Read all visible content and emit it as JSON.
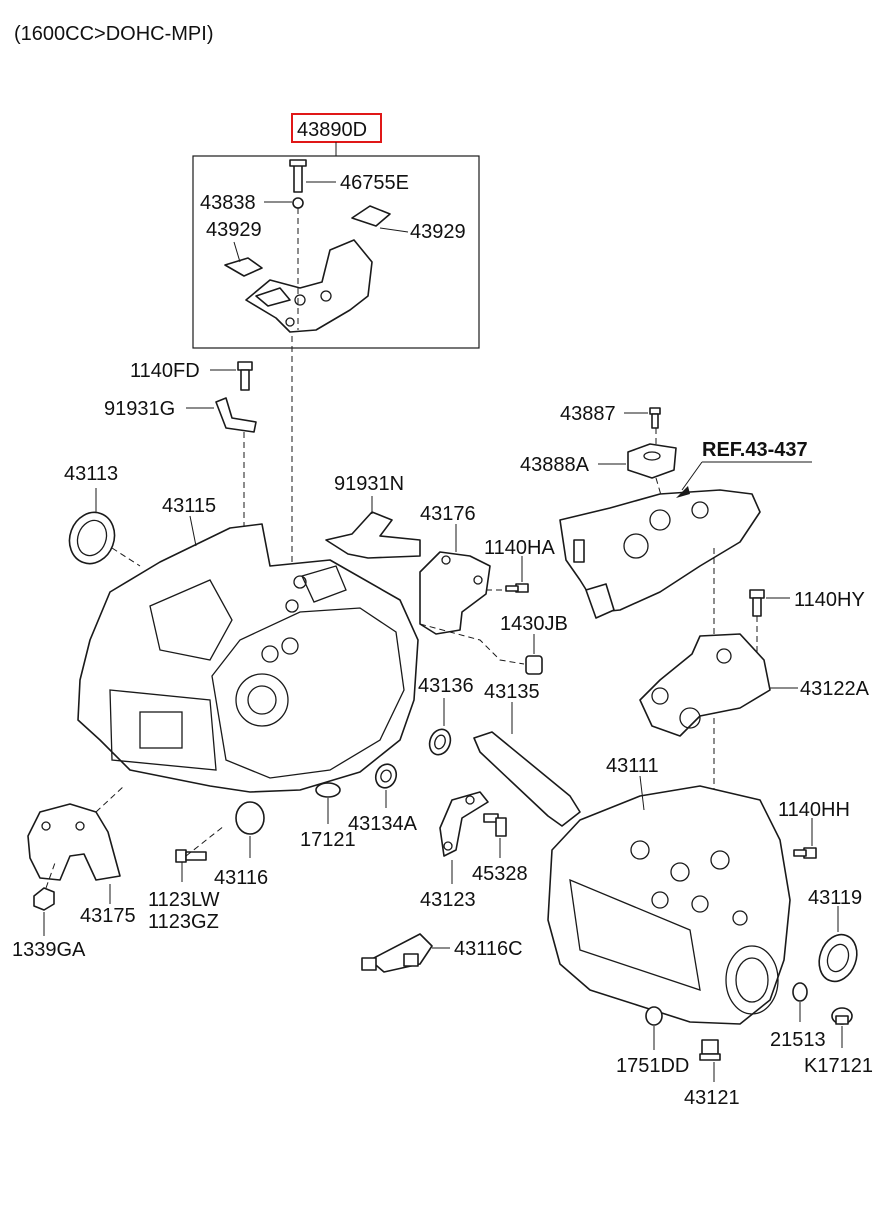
{
  "header": {
    "engine_spec": "(1600CC>DOHC-MPI)"
  },
  "assembly": {
    "code": "43890D",
    "highlight_color": "#e01818"
  },
  "reference": {
    "label": "REF.43-437"
  },
  "parts": {
    "p46755E": "46755E",
    "p43838": "43838",
    "p43929_left": "43929",
    "p43929_right": "43929",
    "p1140FD": "1140FD",
    "p91931G": "91931G",
    "p43887": "43887",
    "p43888A": "43888A",
    "p43113": "43113",
    "p43115": "43115",
    "p91931N": "91931N",
    "p43176": "43176",
    "p1140HA": "1140HA",
    "p1140HY": "1140HY",
    "p1430JB": "1430JB",
    "p43122A": "43122A",
    "p43136": "43136",
    "p43135": "43135",
    "p43111": "43111",
    "p1140HH": "1140HH",
    "p17121": "17121",
    "p43134A": "43134A",
    "p43116": "43116",
    "p45328": "45328",
    "p1123LW": "1123LW",
    "p1123GZ": "1123GZ",
    "p43123": "43123",
    "p43175": "43175",
    "p1339GA": "1339GA",
    "p43116C": "43116C",
    "p43119": "43119",
    "p21513": "21513",
    "p1751DD": "1751DD",
    "p43121": "43121",
    "pK17121": "K17121"
  }
}
